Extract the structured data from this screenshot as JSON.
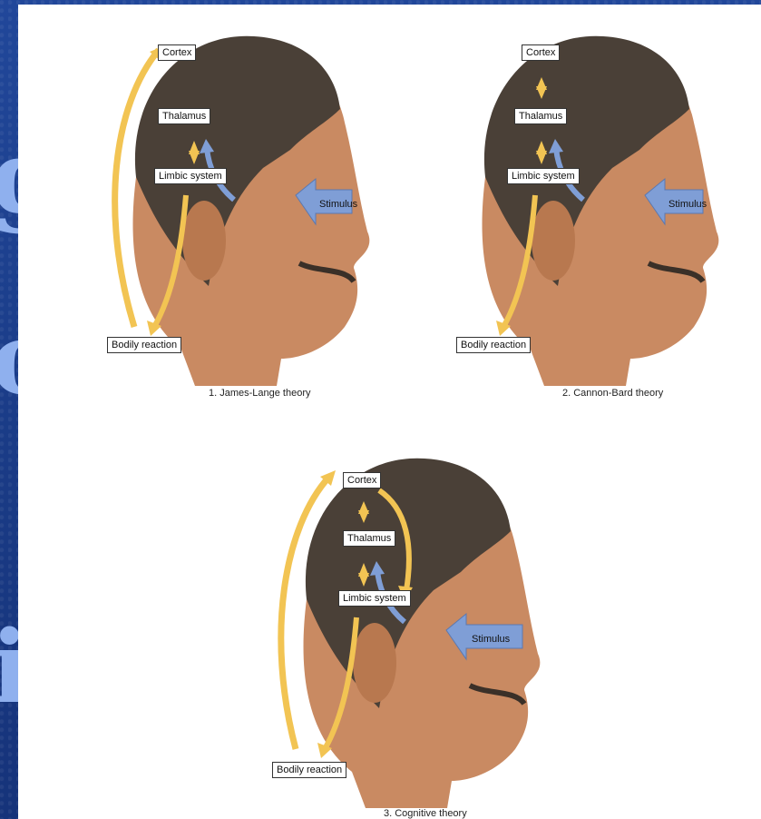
{
  "background": {
    "color": "#1d3f8a",
    "letters": [
      "g",
      "o",
      "i"
    ]
  },
  "labels": {
    "cortex": "Cortex",
    "thalamus": "Thalamus",
    "limbic": "Limbic system",
    "bodily": "Bodily reaction",
    "stimulus": "Stimulus"
  },
  "panels": [
    {
      "caption": "1. James-Lange theory"
    },
    {
      "caption": "2. Cannon-Bard theory"
    },
    {
      "caption": "3. Cognitive theory"
    }
  ],
  "colors": {
    "yellow_arrow": "#f2c453",
    "blue_arrow": "#7f9ed6",
    "skin": "#c98a62",
    "hair": "#4a4037"
  }
}
